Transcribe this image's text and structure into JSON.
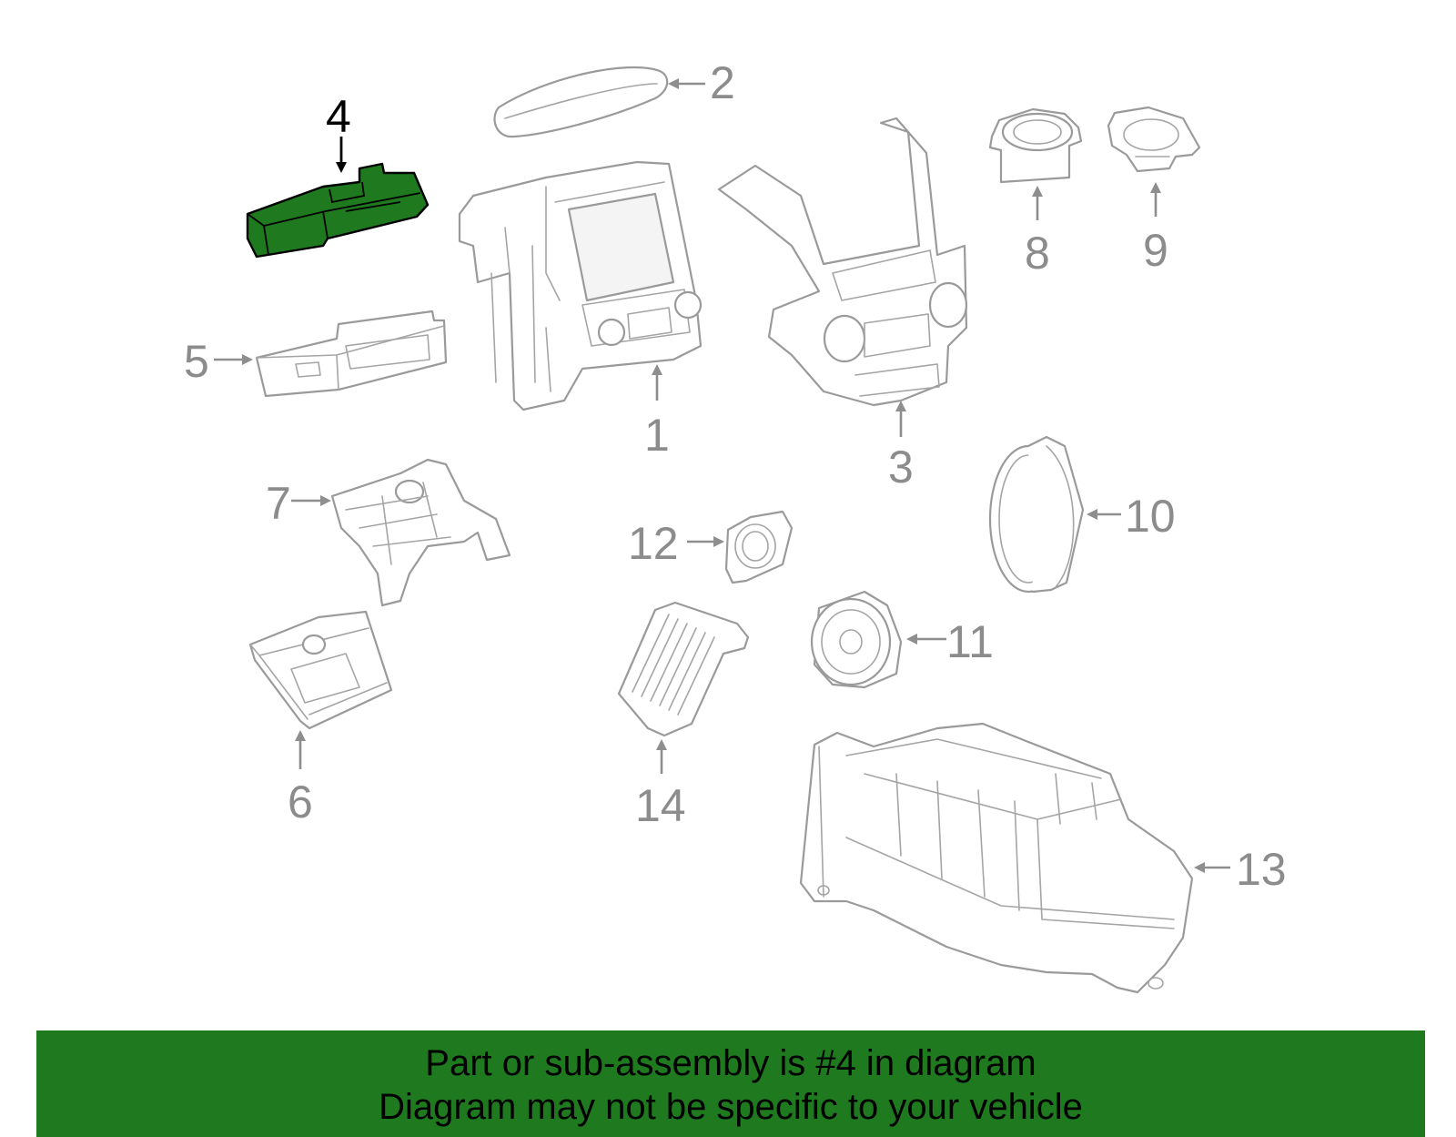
{
  "callouts": [
    {
      "id": "1",
      "label": "1"
    },
    {
      "id": "2",
      "label": "2"
    },
    {
      "id": "3",
      "label": "3"
    },
    {
      "id": "4",
      "label": "4",
      "highlighted": true
    },
    {
      "id": "5",
      "label": "5"
    },
    {
      "id": "6",
      "label": "6"
    },
    {
      "id": "7",
      "label": "7"
    },
    {
      "id": "8",
      "label": "8"
    },
    {
      "id": "9",
      "label": "9"
    },
    {
      "id": "10",
      "label": "10"
    },
    {
      "id": "11",
      "label": "11"
    },
    {
      "id": "12",
      "label": "12"
    },
    {
      "id": "13",
      "label": "13"
    },
    {
      "id": "14",
      "label": "14"
    }
  ],
  "banner": {
    "line1": "Part or sub-assembly is #4 in diagram",
    "line2": "Diagram may not be specific to your vehicle"
  },
  "colors": {
    "highlight": "#1f7a1f",
    "part_outline": "#9a9a9a",
    "callout_text": "#8c8c8c",
    "banner_background": "#1f7a1f"
  }
}
